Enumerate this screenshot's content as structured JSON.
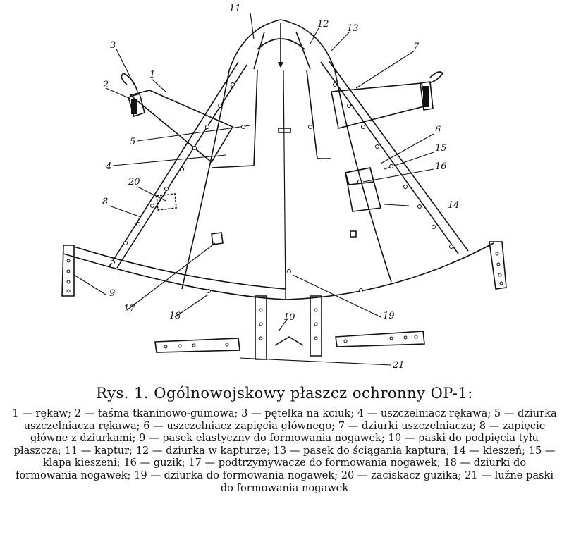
{
  "caption": {
    "title": "Rys. 1. Ogólnowojskowy płaszcz ochronny OP-1:",
    "legend": [
      "1 — rękaw;",
      "2 — taśma tkaninowo-gumowa;",
      "3 — pętelka na kciuk;",
      "4 — uszczelniacz rękawa;",
      "5 — dziurka uszczelniacza rękawa;",
      "6 — uszczelniacz zapięcia głównego;",
      "7 — dziurki uszczelniacza;",
      "8 — zapięcie główne z dziurkami;",
      "9 — pasek elastyczny do formowania nogawek;",
      "10 — paski do podpięcia tyłu płaszcza;",
      "11 — kaptur;",
      "12 — dziurka w kapturze;",
      "13 — pasek do ściągania kaptura;",
      "14 — kieszeń;",
      "15 — klapa kieszeni;",
      "16 — guzik;",
      "17 — podtrzymywacze do formowania nogawek;",
      "18 — dziurki do formowania nogawek;",
      "19 — dziurka do formowania nogawek;",
      "20 — zaciskacz guzika;",
      "21 — luźne paski do formowania nogawek"
    ]
  },
  "diagram": {
    "labels": [
      "11",
      "12",
      "13",
      "3",
      "1",
      "2",
      "7",
      "5",
      "6",
      "4",
      "15",
      "20",
      "16",
      "8",
      "14",
      "9",
      "17",
      "18",
      "10",
      "19",
      "21"
    ]
  }
}
